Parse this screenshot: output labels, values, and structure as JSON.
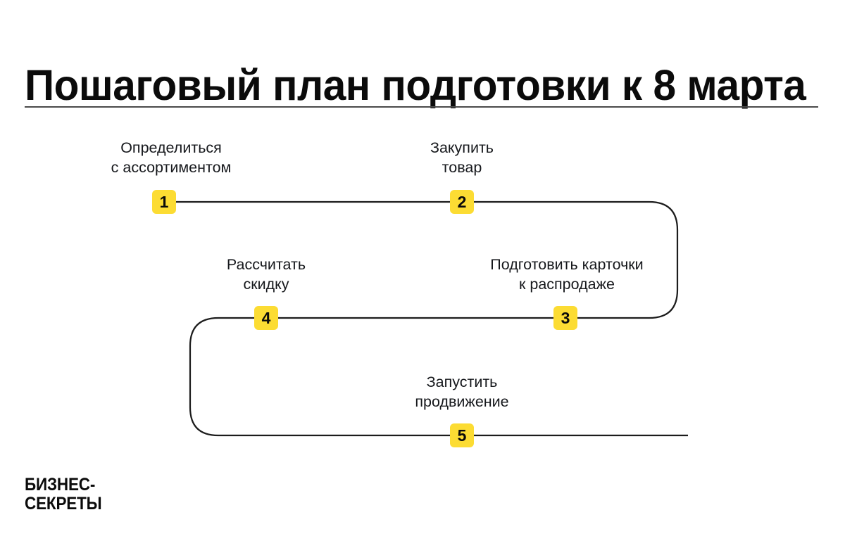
{
  "page": {
    "title": "Пошаговый план подготовки к 8 марта",
    "background_color": "#ffffff",
    "text_color": "#16181c",
    "accent_color": "#fcdc33",
    "line_color": "#1c1c1c"
  },
  "logo": {
    "text": "БИЗНЕС-\nСЕКРЕТЫ"
  },
  "steps": [
    {
      "number": "1",
      "label": "Определиться\nс ассортиментом"
    },
    {
      "number": "2",
      "label": "Закупить\nтовар"
    },
    {
      "number": "3",
      "label": "Подготовить карточки\nк распродаже"
    },
    {
      "number": "4",
      "label": "Рассчитать\nскидку"
    },
    {
      "number": "5",
      "label": "Запустить\nпродвижение"
    }
  ]
}
